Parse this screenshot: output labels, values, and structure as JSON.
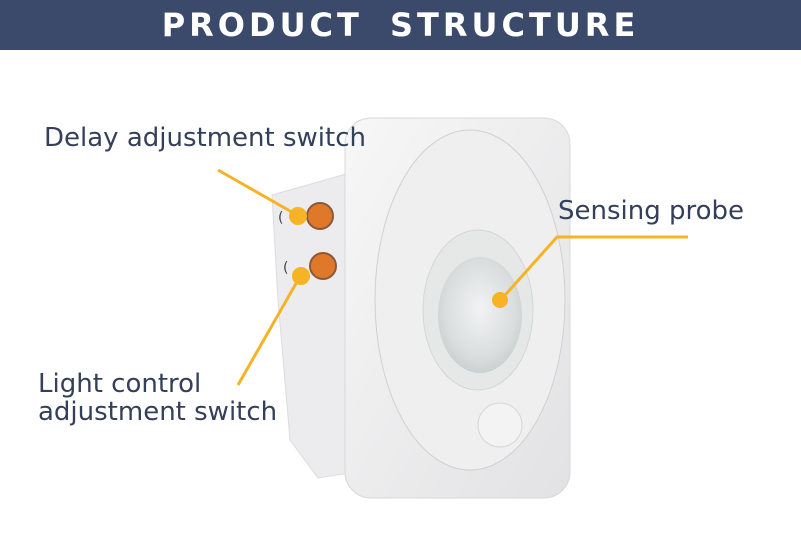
{
  "header": {
    "title": "PRODUCT  STRUCTURE",
    "background": "#3b4a6b"
  },
  "callouts": {
    "delay_switch": "Delay adjustment switch",
    "sensing_probe": "Sensing probe",
    "light_control_line1": "Light control",
    "light_control_line2": "adjustment switch"
  },
  "colors": {
    "accent": "#f5b325",
    "text": "#34405a",
    "knob": "#e0782a"
  }
}
